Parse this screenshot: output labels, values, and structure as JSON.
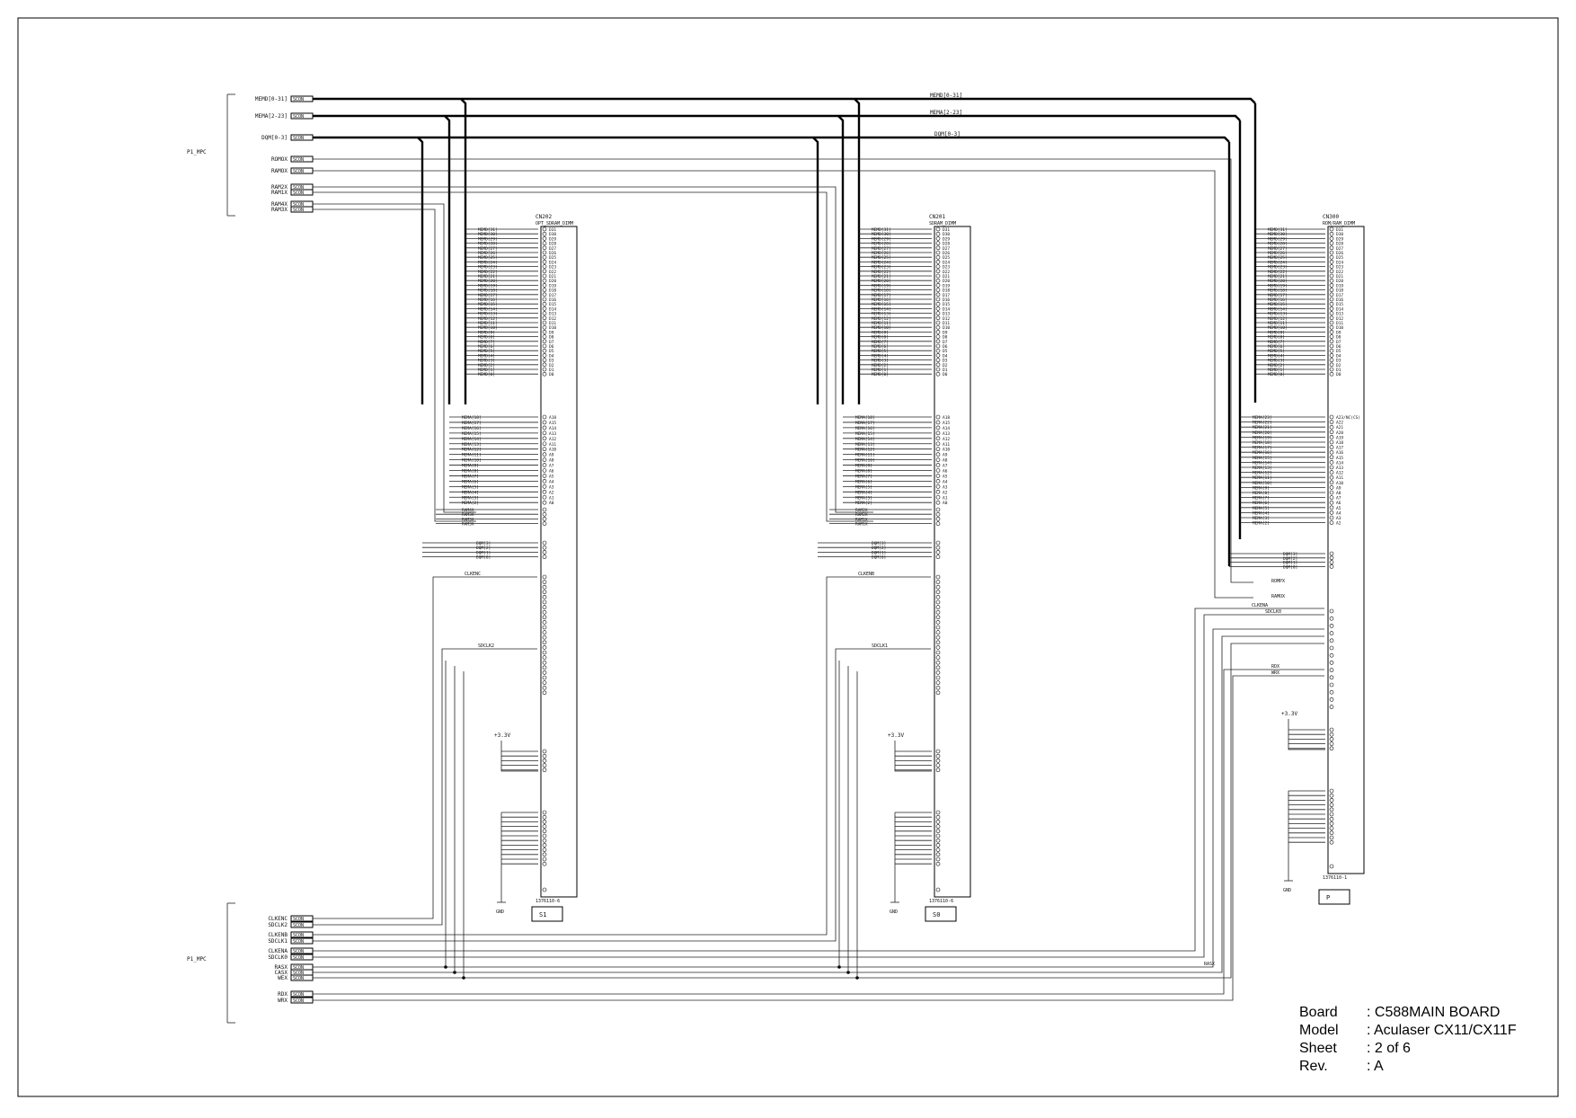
{
  "title_block": [
    {
      "label": "Board",
      "value": ": C588MAIN BOARD"
    },
    {
      "label": "Model",
      "value": ": Aculaser CX11/CX11F"
    },
    {
      "label": "Sheet",
      "value": ": 2 of 6"
    },
    {
      "label": "Rev.",
      "value": ": A"
    }
  ],
  "bus_labels": [
    "MEMD[0-31]",
    "MEMA[2-23]",
    "DQM[0-3]"
  ],
  "top_port_group": {
    "name": "P1_MPC",
    "ports": [
      "MEMD[0-31]",
      "MEMA[2-23]",
      "DQM[0-3]",
      "ROMOX",
      "RAMOX",
      "RAM2X",
      "RAM1X",
      "RAM4X",
      "RAM3X"
    ],
    "tag": "SCON"
  },
  "bottom_port_group": {
    "name": "P1_MPC",
    "ports": [
      "CLKENC",
      "SDCLK2",
      "CLKENB",
      "SDCLK1",
      "CLKENA",
      "SDCLK0",
      "RASX",
      "CASX",
      "WEX",
      "RDX",
      "WRX"
    ],
    "tag": "SCON"
  },
  "connectors": [
    {
      "ref": "CN202",
      "type": "OPT_SDRAM_DIMM",
      "part": "1376110-6",
      "label": "S1",
      "data": [
        "MEMD[31]",
        "MEMD[30]",
        "MEMD[29]",
        "MEMD[28]",
        "MEMD[27]",
        "MEMD[26]",
        "MEMD[25]",
        "MEMD[24]",
        "MEMD[23]",
        "MEMD[22]",
        "MEMD[21]",
        "MEMD[20]",
        "MEMD[19]",
        "MEMD[18]",
        "MEMD[17]",
        "MEMD[16]",
        "MEMD[15]",
        "MEMD[14]",
        "MEMD[13]",
        "MEMD[12]",
        "MEMD[11]",
        "MEMD[10]",
        "MEMD[9]",
        "MEMD[8]",
        "MEMD[7]",
        "MEMD[6]",
        "MEMD[5]",
        "MEMD[4]",
        "MEMD[3]",
        "MEMD[2]",
        "MEMD[1]",
        "MEMD[0]"
      ],
      "data_pins": [
        "D31",
        "D30",
        "D29",
        "D28",
        "D27",
        "D26",
        "D25",
        "D24",
        "D23",
        "D22",
        "D21",
        "D20",
        "D19",
        "D18",
        "D17",
        "D16",
        "D15",
        "D14",
        "D13",
        "D12",
        "D11",
        "D10",
        "D9",
        "D8",
        "D7",
        "D6",
        "D5",
        "D4",
        "D3",
        "D2",
        "D1",
        "D0"
      ],
      "addr": [
        "MEMA[18]",
        "MEMA[17]",
        "MEMA[16]",
        "MEMA[15]",
        "MEMA[14]",
        "MEMA[13]",
        "MEMA[12]",
        "MEMA[11]",
        "MEMA[10]",
        "MEMA[9]",
        "MEMA[8]",
        "MEMA[7]",
        "MEMA[6]",
        "MEMA[5]",
        "MEMA[4]",
        "MEMA[3]",
        "MEMA[2]"
      ],
      "addr_pins": [
        "A18",
        "A15",
        "A14",
        "A13",
        "A12",
        "A11",
        "A10",
        "A9",
        "A8",
        "A7",
        "A6",
        "A5",
        "A4",
        "A3",
        "A2",
        "A1",
        "A0"
      ],
      "ras": [
        "RAM4X",
        "RAM3X",
        "RAM3X",
        "RAM3X"
      ],
      "dqm": [
        "DQM[3]",
        "DQM[2]",
        "DQM[1]",
        "DQM[0]"
      ],
      "clken": "CLKENC",
      "sdclk": "SDCLK2"
    },
    {
      "ref": "CN201",
      "type": "SDRAM_DIMM",
      "part": "1376110-6",
      "label": "S0",
      "data": [
        "MEMD[31]",
        "MEMD[30]",
        "MEMD[29]",
        "MEMD[28]",
        "MEMD[27]",
        "MEMD[26]",
        "MEMD[25]",
        "MEMD[24]",
        "MEMD[23]",
        "MEMD[22]",
        "MEMD[21]",
        "MEMD[20]",
        "MEMD[19]",
        "MEMD[18]",
        "MEMD[17]",
        "MEMD[16]",
        "MEMD[15]",
        "MEMD[14]",
        "MEMD[13]",
        "MEMD[12]",
        "MEMD[11]",
        "MEMD[10]",
        "MEMD[9]",
        "MEMD[8]",
        "MEMD[7]",
        "MEMD[6]",
        "MEMD[5]",
        "MEMD[4]",
        "MEMD[3]",
        "MEMD[2]",
        "MEMD[1]",
        "MEMD[0]"
      ],
      "data_pins": [
        "D31",
        "D30",
        "D29",
        "D28",
        "D27",
        "D26",
        "D25",
        "D24",
        "D23",
        "D22",
        "D21",
        "D20",
        "D19",
        "D18",
        "D17",
        "D16",
        "D15",
        "D14",
        "D13",
        "D12",
        "D11",
        "D10",
        "D9",
        "D8",
        "D7",
        "D6",
        "D5",
        "D4",
        "D3",
        "D2",
        "D1",
        "D0"
      ],
      "addr": [
        "MEMA[18]",
        "MEMA[17]",
        "MEMA[16]",
        "MEMA[15]",
        "MEMA[14]",
        "MEMA[13]",
        "MEMA[12]",
        "MEMA[11]",
        "MEMA[10]",
        "MEMA[9]",
        "MEMA[8]",
        "MEMA[7]",
        "MEMA[6]",
        "MEMA[5]",
        "MEMA[4]",
        "MEMA[3]",
        "MEMA[2]"
      ],
      "addr_pins": [
        "A18",
        "A15",
        "A14",
        "A13",
        "A12",
        "A11",
        "A10",
        "A9",
        "A8",
        "A7",
        "A6",
        "A5",
        "A4",
        "A3",
        "A2",
        "A1",
        "A0"
      ],
      "ras": [
        "RAM2X",
        "RAM2X",
        "RAM1X",
        "RAM1X"
      ],
      "dqm": [
        "DQM[3]",
        "DQM[2]",
        "DQM[1]",
        "DQM[0]"
      ],
      "clken": "CLKENB",
      "sdclk": "SDCLK1"
    },
    {
      "ref": "CN300",
      "type": "ROM/RAM_DIMM",
      "part": "1376110-1",
      "label": "P",
      "data": [
        "MEMD[31]",
        "MEMD[30]",
        "MEMD[29]",
        "MEMD[28]",
        "MEMD[27]",
        "MEMD[26]",
        "MEMD[25]",
        "MEMD[24]",
        "MEMD[23]",
        "MEMD[22]",
        "MEMD[21]",
        "MEMD[20]",
        "MEMD[19]",
        "MEMD[18]",
        "MEMD[17]",
        "MEMD[16]",
        "MEMD[15]",
        "MEMD[14]",
        "MEMD[13]",
        "MEMD[12]",
        "MEMD[11]",
        "MEMD[10]",
        "MEMD[9]",
        "MEMD[8]",
        "MEMD[7]",
        "MEMD[6]",
        "MEMD[5]",
        "MEMD[4]",
        "MEMD[3]",
        "MEMD[2]",
        "MEMD[1]",
        "MEMD[0]"
      ],
      "data_pins": [
        "D31",
        "D30",
        "D29",
        "D28",
        "D27",
        "D26",
        "D25",
        "D24",
        "D23",
        "D22",
        "D21",
        "D20",
        "D19",
        "D18",
        "D17",
        "D16",
        "D15",
        "D14",
        "D13",
        "D12",
        "D11",
        "D10",
        "D9",
        "D8",
        "D7",
        "D6",
        "D5",
        "D4",
        "D3",
        "D2",
        "D1",
        "D0"
      ],
      "addr": [
        "MEMA[23]",
        "MEMA[22]",
        "MEMA[21]",
        "MEMA[20]",
        "MEMA[19]",
        "MEMA[18]",
        "MEMA[17]",
        "MEMA[16]",
        "MEMA[15]",
        "MEMA[14]",
        "MEMA[13]",
        "MEMA[12]",
        "MEMA[11]",
        "MEMA[10]",
        "MEMA[9]",
        "MEMA[8]",
        "MEMA[7]",
        "MEMA[6]",
        "MEMA[5]",
        "MEMA[4]",
        "MEMA[3]",
        "MEMA[2]"
      ],
      "addr_pins": [
        "A23/NC(CS)",
        "A22",
        "A21",
        "A20",
        "A19",
        "A18",
        "A17",
        "A16",
        "A15",
        "A14",
        "A13",
        "A12",
        "A11",
        "A10",
        "A9",
        "A8",
        "A7",
        "A6",
        "A5",
        "A4",
        "A3",
        "A2"
      ],
      "ras": [],
      "dqm": [
        "DQM[3]",
        "DQM[2]",
        "DQM[1]",
        "DQM[0]"
      ],
      "clken": "CLKENA",
      "sdclk": "SDCLK0"
    }
  ],
  "common_signals": [
    "RASX",
    "CASX",
    "WEX"
  ],
  "power": {
    "vcc": "+3.3V",
    "gnd": "GND"
  },
  "cn300_special": [
    "ROMPX",
    "RAMOX",
    "RDX",
    "WRX"
  ]
}
